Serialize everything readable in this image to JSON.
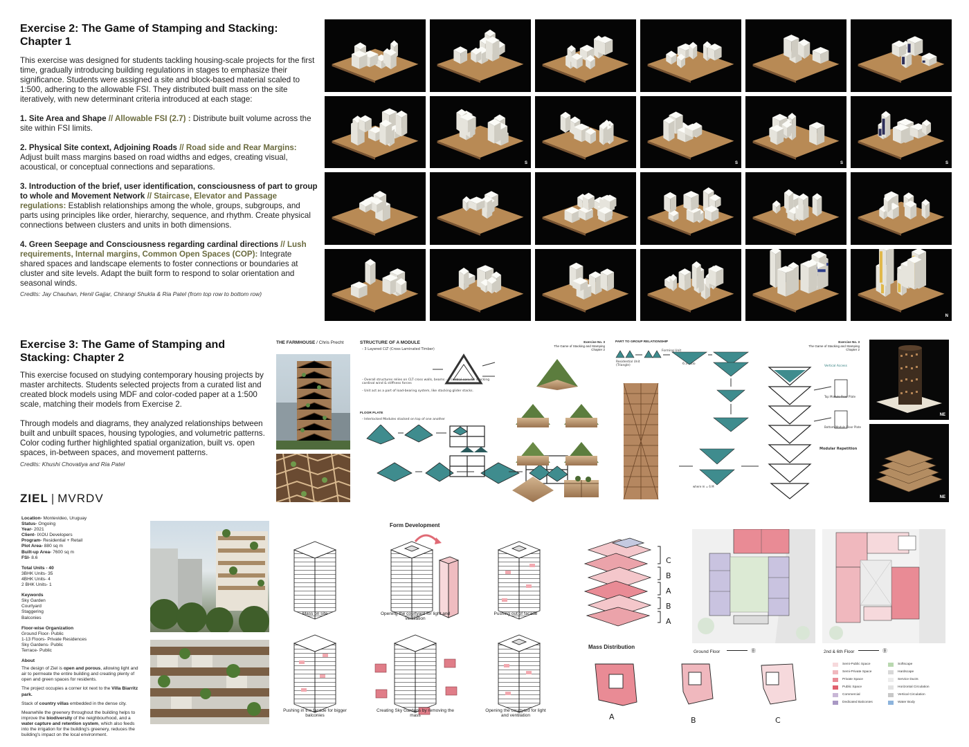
{
  "exercise2": {
    "title_line1": "Exercise 2: The Game of Stamping and Stacking:",
    "title_line2": "Chapter 1",
    "intro": "This exercise was designed for students tackling housing-scale projects for the first time, gradually introducing building regulations in stages to emphasize their significance. Students were assigned a site and block-based material scaled to 1:500, adhering to the allowable FSI. They distributed built mass on the site iteratively, with new determinant criteria introduced at each stage:",
    "steps": [
      {
        "lead": "1.  Site Area and Shape",
        "sep": " // ",
        "reg": "Allowable FSI (2.7) :",
        "text": " Distribute built volume across the site within FSI limits."
      },
      {
        "lead": "2.  Physical Site context, Adjoining Roads",
        "sep": " // ",
        "reg": "Road side and Rear Margins:",
        "text": " Adjust built mass margins based on road widths and edges, creating visual, acoustical, or conceptual connections and separations."
      },
      {
        "lead": "3.  Introduction of the brief, user identification, consciousness of part to group to whole and Movement Network",
        "sep": " // ",
        "reg": "Staircase, Elevator and Passage regulations:",
        "text": " Establish relationships among the whole, groups, subgroups, and parts using principles like order, hierarchy, sequence, and rhythm. Create physical connections between clusters and units in both dimensions."
      },
      {
        "lead": "4. Green Seepage and Consciousness regarding cardinal directions",
        "sep": " // ",
        "reg": "Lush requirements, Internal margins, Common Open Spaces (COP):",
        "text": " Integrate shared spaces and landscape elements to foster connections or boundaries at cluster and site levels. Adapt the built form to respond to solar orientation and seasonal winds."
      }
    ],
    "credits": "Credits: Jay Chauhan, Henil Gajjar, Chirangi Shukla & Ria Patel (from top row to bottom row)",
    "grid_labels": {
      "s": "S",
      "n": "N"
    }
  },
  "exercise3": {
    "title_line1": "Exercise 3: The Game of Stamping and",
    "title_line2": "Stacking: Chapter 2",
    "para1": "This exercise focused on studying contemporary housing projects by master architects. Students selected projects from a curated list and created block models using MDF and color-coded paper at a 1:500 scale, matching their models from Exercise 2.",
    "para2": "Through models and diagrams, they analyzed relationships between built and unbuilt spaces, housing typologies, and volumetric patterns. Color coding further highlighted spatial organization, built vs. open spaces, in-between spaces, and movement patterns.",
    "credits": "Credits: Khushi Chovatiya and Ria Patel",
    "farmhouse_title": "THE FARMHOUSE",
    "farmhouse_author": " / Chris Precht",
    "structure_title": "STRUCTURE OF A MODULE",
    "floor_plate": "FLOOR PLATE",
    "part_to_group": "PART TO GROUP RELATIONSHIP",
    "exercise_no": "Exercise No. 3",
    "exercise_sub": "The Game of Stacking and Stamping",
    "exercise_ch": "Chapter 2",
    "hand_notes": {
      "layered": "- 3 Layered CLT (Cross Laminated Timber)",
      "overall": "- Overall structures relies on CLT cross walls, beams - a central core for stacking cardinal wind & stiffness forces",
      "unit": "- Unit act as a part of load-bearing system, like stacking glider stacks.",
      "interlocked": "- Interlocked Modules stacked on top of one another",
      "modular": "Modular Repetition",
      "vertical_access": "Vertical Access",
      "forming_unit": "Forming Unit",
      "residential_unit": "Residential Unit (Triangle)",
      "when": "where m = 6 M",
      "top_module": "Top Module Floor Plate",
      "bottom_module": "Bottom Module Floor Plate",
      "ratio": "6:3 ratio"
    },
    "ne": "NE"
  },
  "ziel": {
    "logo_left": "ZIEL",
    "logo_sep": "|",
    "logo_right": "MVRDV",
    "info": [
      {
        "k": "Location-",
        "v": " Montevideo, Uruguay"
      },
      {
        "k": "Status-",
        "v": " Ongoing"
      },
      {
        "k": "Year-",
        "v": " 2021"
      },
      {
        "k": "Client-",
        "v": " IXOU Developers"
      },
      {
        "k": "Program-",
        "v": " Residential + Retail"
      },
      {
        "k": "Plot Area-",
        "v": " 880 sq m"
      },
      {
        "k": "Built-up Area-",
        "v": " 7600 sq m"
      },
      {
        "k": "FSI-",
        "v": " 8.6"
      }
    ],
    "units_title": "Total Units - 40",
    "units": [
      "3BHK Units- 35",
      "4BHK Units- 4",
      "2 BHK Units- 1"
    ],
    "keywords_title": "Keywords",
    "keywords": [
      "Sky Garden",
      "Courtyard",
      "Staggering",
      "Balconies"
    ],
    "floor_title": "Floor-wise Organization",
    "floors": [
      "Ground Floor- Public",
      "1-13 Floors- Private Residences",
      "Sky Gardens- Public",
      "Terrace- Public"
    ],
    "about_title": "About",
    "about1_a": "The design of Ziel is ",
    "about1_b": "open and porous",
    "about1_c": ", allowing light and air to permeate the entire building and creating plenty of open and green spaces for residents.",
    "about2_a": "The project occupies a corner lot next to the ",
    "about2_b": "Villa Biarritz park.",
    "about3_a": "Stack of ",
    "about3_b": "country villas",
    "about3_c": " embedded in the dense city.",
    "about4_a": "Meanwhile the greenery throughout the building helps to improve the ",
    "about4_b": "biodiversity",
    "about4_c": " of the neighbourhood, and a ",
    "about4_d": "water capture and retention system",
    "about4_e": ", which also feeds into the irrigation for the building's greenery, reduces the building's impact on the local environment."
  },
  "form_dev": {
    "title": "Form Development",
    "captions": [
      "Mass on site",
      "Opening the courtyard for light and ventilation",
      "Pushing out of facade",
      "Pushing in the facade for bigger balconies",
      "Creating Sky Gardens by removing the mass",
      "Opening the courtyard for light and ventilation"
    ]
  },
  "mass": {
    "title": "Mass Distribution",
    "stack_labels": [
      "C",
      "B",
      "A",
      "B",
      "A"
    ],
    "plan_labels": [
      "A",
      "B",
      "C"
    ]
  },
  "plans": {
    "ground": "Ground Floor",
    "second": "2nd & 6th Floor"
  },
  "legend": {
    "left": [
      {
        "label": "Semi-Public Space",
        "color": "#f6d9dc"
      },
      {
        "label": "Semi-Private Space",
        "color": "#f0b8be"
      },
      {
        "label": "Private Space",
        "color": "#e98b95"
      },
      {
        "label": "Public Space",
        "color": "#e0616e"
      },
      {
        "label": "Commercial",
        "color": "#c9b7d6"
      },
      {
        "label": "Dedicated Balconies",
        "color": "#a898c4"
      }
    ],
    "right": [
      {
        "label": "Softscape",
        "color": "#b9d8b0"
      },
      {
        "label": "Hardscape",
        "color": "#d8d8d8"
      },
      {
        "label": "Service Ducts",
        "color": "#ececec"
      },
      {
        "label": "Horizontal Circulation",
        "color": "#e2e2e2"
      },
      {
        "label": "Vertical Circulation",
        "color": "#c8c8c8"
      },
      {
        "label": "Water Body",
        "color": "#8db4dc"
      }
    ]
  }
}
